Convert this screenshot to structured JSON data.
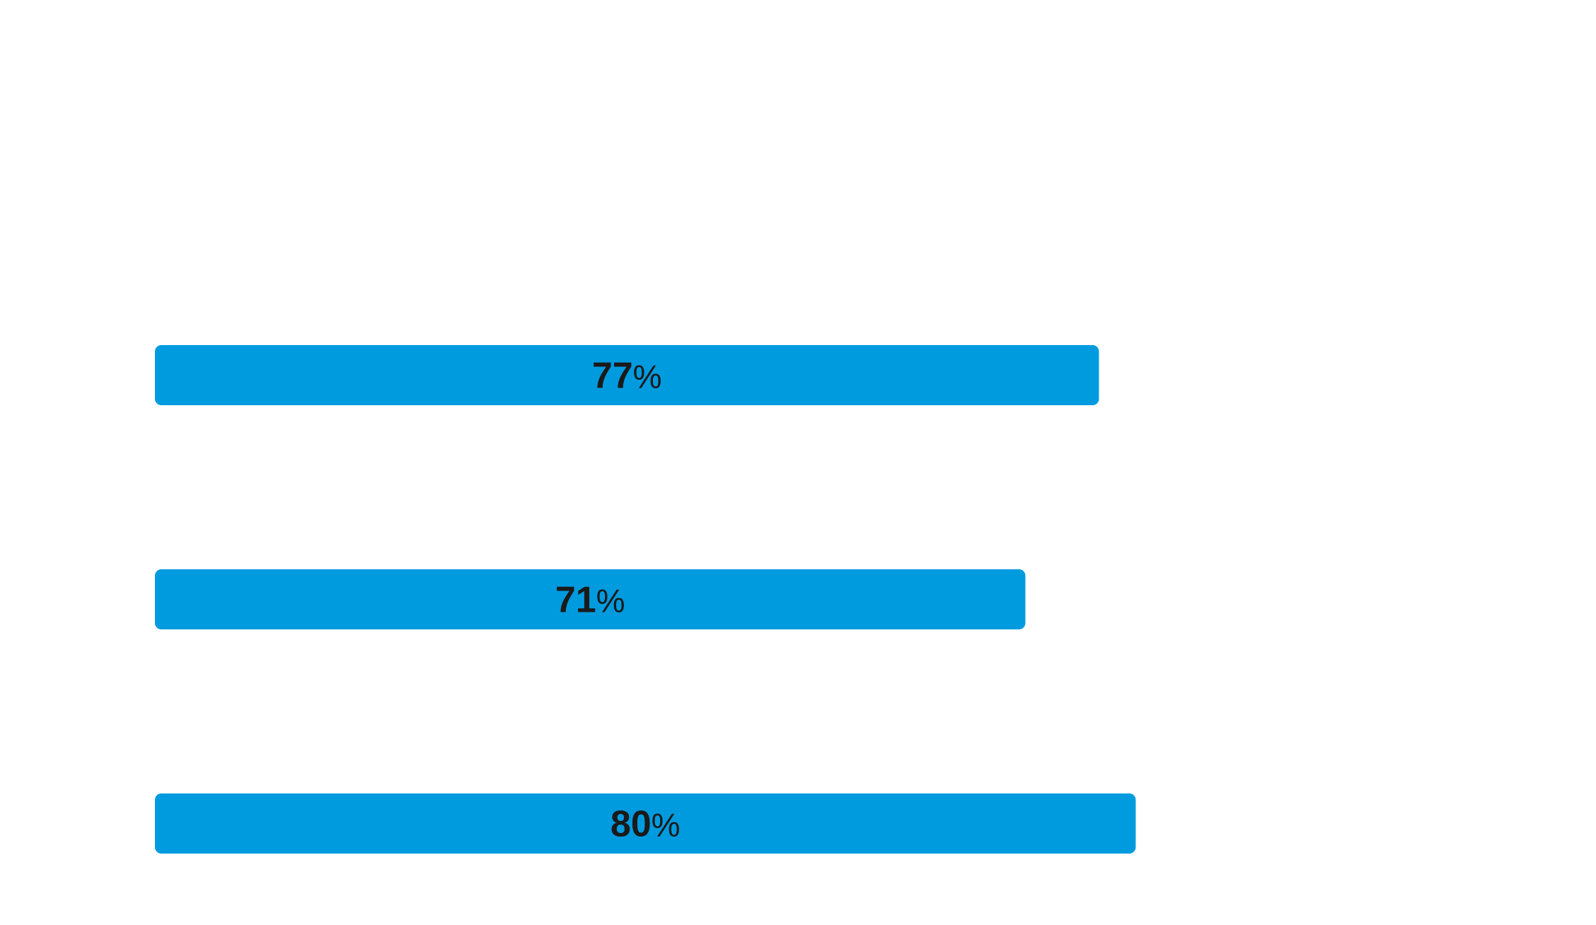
{
  "chart_data": {
    "type": "bar",
    "orientation": "horizontal",
    "series": [
      {
        "values": [
          77,
          71,
          80
        ]
      }
    ],
    "values": [
      77,
      71,
      80
    ],
    "value_unit": "%",
    "xlim": [
      0,
      100
    ],
    "grid": false,
    "legend": "none",
    "title": "",
    "xlabel": "",
    "ylabel": "",
    "colors": {
      "bar": "#009BDF",
      "label": "#1A1A1A",
      "background": "#FFFFFF"
    }
  }
}
